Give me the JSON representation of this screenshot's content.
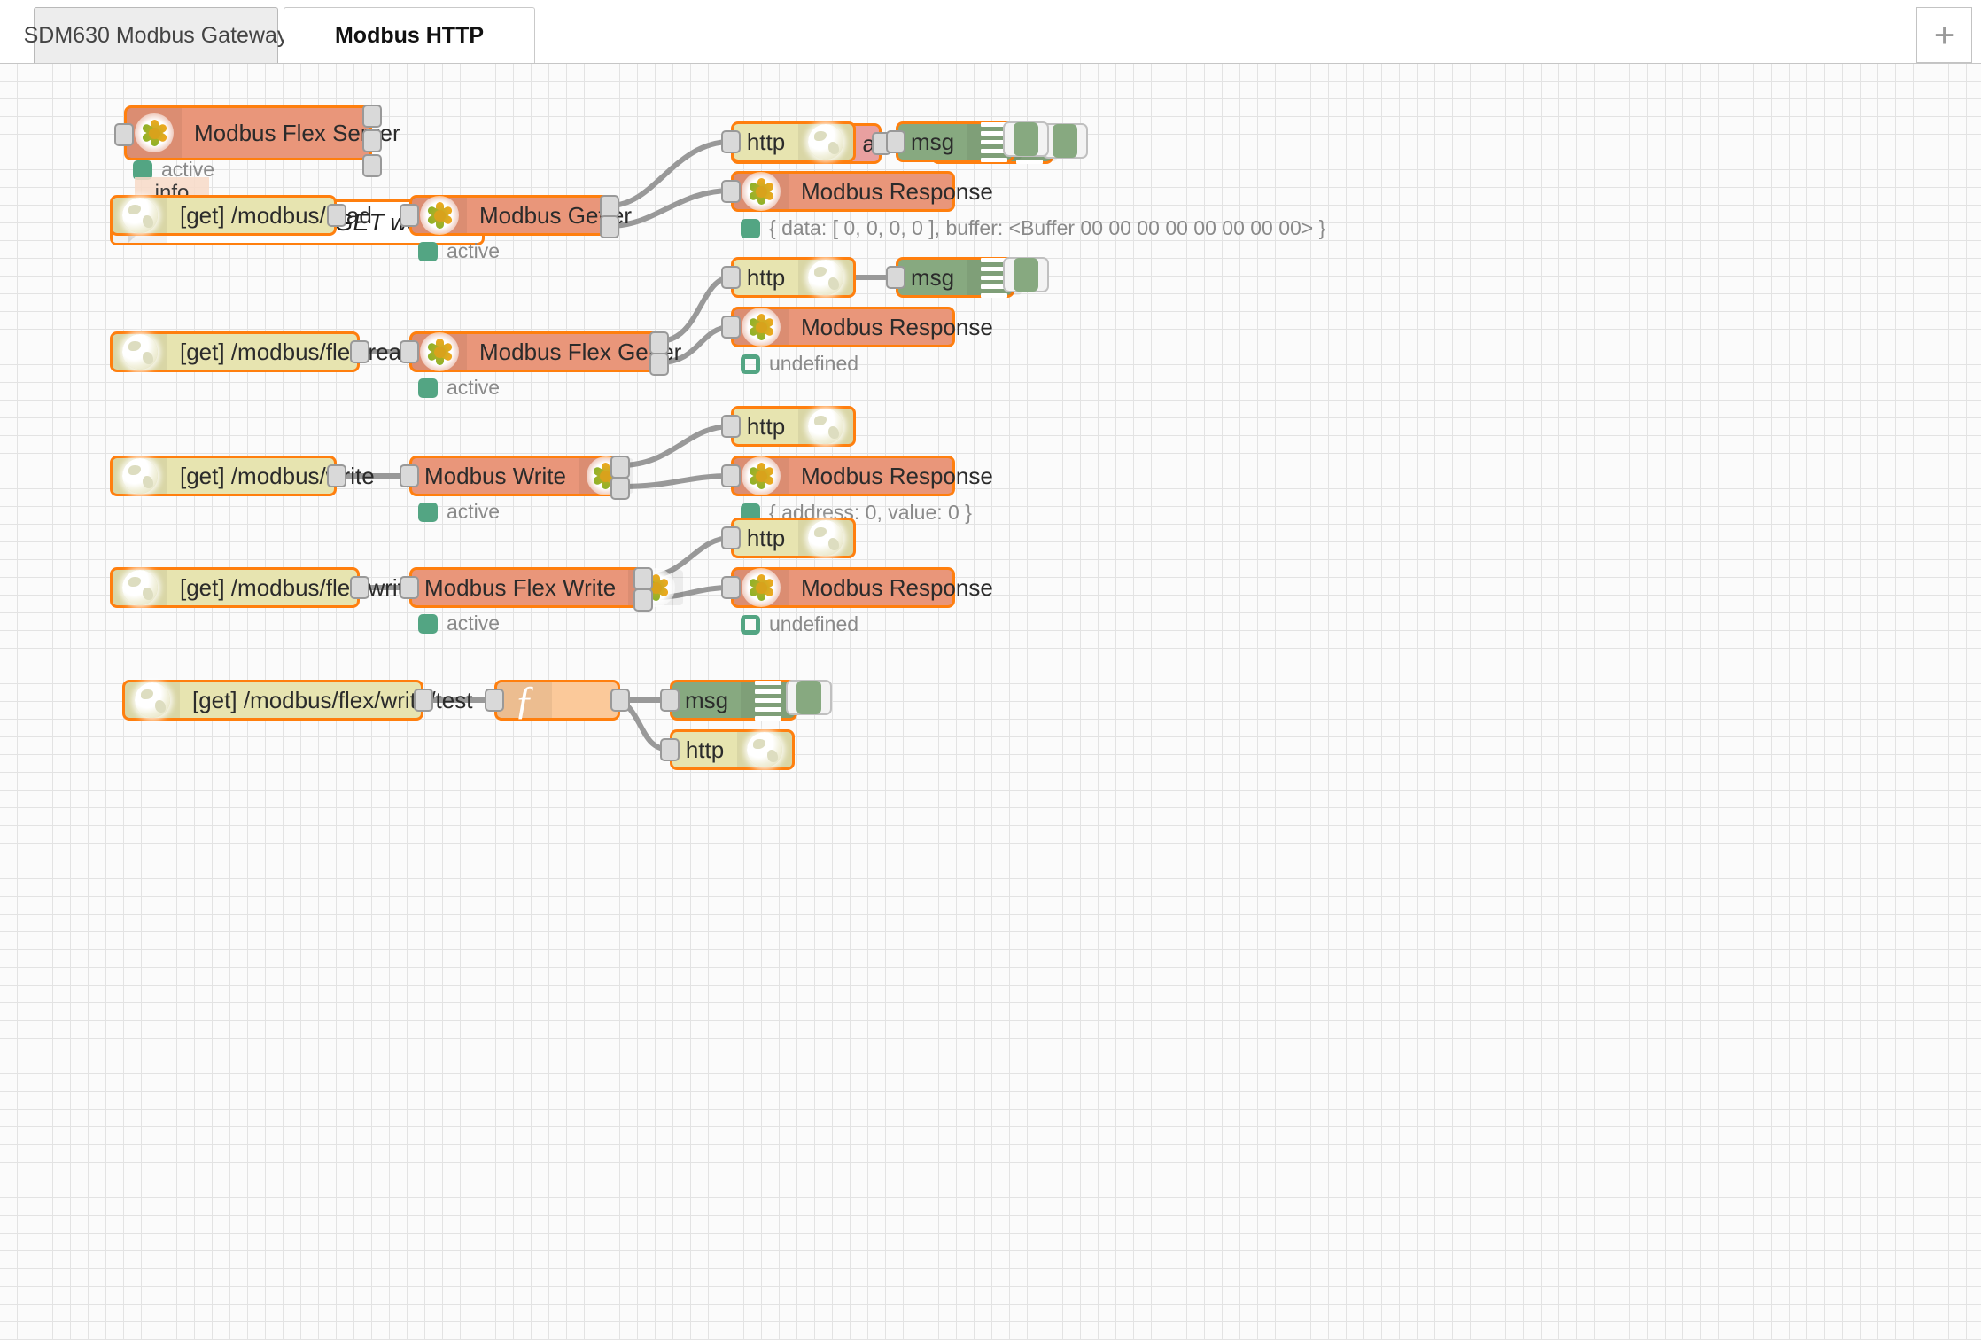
{
  "window": {
    "add_tab_label": "+",
    "add_tab_icon": "plus-icon"
  },
  "tabs": [
    {
      "label": "SDM630 Modbus Gateway",
      "active": false
    },
    {
      "label": "Modbus HTTP",
      "active": true
    }
  ],
  "tooltip": {
    "text": "info"
  },
  "nodes": {
    "flex_server": {
      "label": "Modbus Flex Server",
      "icon": "modbus-icon",
      "status": "active",
      "status_icon": "green-square"
    },
    "comment": {
      "label": "HTTP request GET working examples",
      "icon": "comment-bubble-icon"
    },
    "http_in_read": {
      "label": "[get] /modbus/read",
      "icon": "globe-icon"
    },
    "getter": {
      "label": "Modbus Getter",
      "icon": "modbus-icon",
      "status": "active",
      "status_icon": "green-square"
    },
    "http_resp_1": {
      "label": "http",
      "icon": "globe-icon"
    },
    "debug_1": {
      "label": "msg",
      "icon": "debug-lines-icon",
      "button": "debug-toggle-button"
    },
    "modbus_resp_1": {
      "label": "Modbus Response",
      "icon": "modbus-icon",
      "status": "{ data: [ 0, 0, 0, 0 ], buffer: <Buffer 00 00 00 00 00 00 00 00> }",
      "status_icon": "green-square"
    },
    "http_in_flex_read": {
      "label": "[get] /modbus/flex/read",
      "icon": "globe-icon"
    },
    "flex_getter": {
      "label": "Modbus Flex Getter",
      "icon": "modbus-icon",
      "status": "active",
      "status_icon": "green-square"
    },
    "http_resp_2": {
      "label": "http",
      "icon": "globe-icon"
    },
    "debug_2": {
      "label": "msg",
      "icon": "debug-lines-icon",
      "button": "debug-toggle-button"
    },
    "modbus_resp_2": {
      "label": "Modbus Response",
      "icon": "modbus-icon",
      "status": "undefined",
      "status_icon": "green-ring"
    },
    "http_in_write": {
      "label": "[get] /modbus/write",
      "icon": "globe-icon"
    },
    "modbus_write": {
      "label": "Modbus Write",
      "icon": "modbus-icon",
      "status": "active",
      "status_icon": "green-square"
    },
    "http_resp_3": {
      "label": "http",
      "icon": "globe-icon"
    },
    "modbus_resp_3": {
      "label": "Modbus Response",
      "icon": "modbus-icon",
      "status": "{ address: 0, value: 0 }",
      "status_icon": "green-square"
    },
    "http_in_flex_write": {
      "label": "[get] /modbus/flex/write",
      "icon": "globe-icon"
    },
    "flex_write": {
      "label": "Modbus Flex Write",
      "icon": "modbus-icon",
      "status": "active",
      "status_icon": "green-square"
    },
    "http_resp_4": {
      "label": "http",
      "icon": "globe-icon"
    },
    "modbus_resp_4": {
      "label": "Modbus Response",
      "icon": "modbus-icon",
      "status": "undefined",
      "status_icon": "green-ring"
    },
    "http_in_test": {
      "label": "[get] /modbus/flex/write/test",
      "icon": "globe-icon"
    },
    "function_node": {
      "label": "",
      "icon": "function-f-icon"
    },
    "debug_3": {
      "label": "msg",
      "icon": "debug-lines-icon",
      "button": "debug-toggle-button"
    },
    "http_resp_5": {
      "label": "http",
      "icon": "globe-icon"
    }
  },
  "colors": {
    "node_border": "#ff7f0e",
    "modbus": "#e9967a",
    "http": "#e7e4b0",
    "debug": "#87a980",
    "catch": "#e8a0a0",
    "function": "#fbc99a",
    "status_green": "#53a583",
    "wire": "#999999",
    "grid": "#e3e3e3"
  },
  "catch_node": {
    "label": "catch all",
    "icon": "exclamation-icon"
  },
  "catch_debug": {
    "label": "msg",
    "icon": "debug-lines-icon",
    "button": "debug-toggle-button"
  }
}
